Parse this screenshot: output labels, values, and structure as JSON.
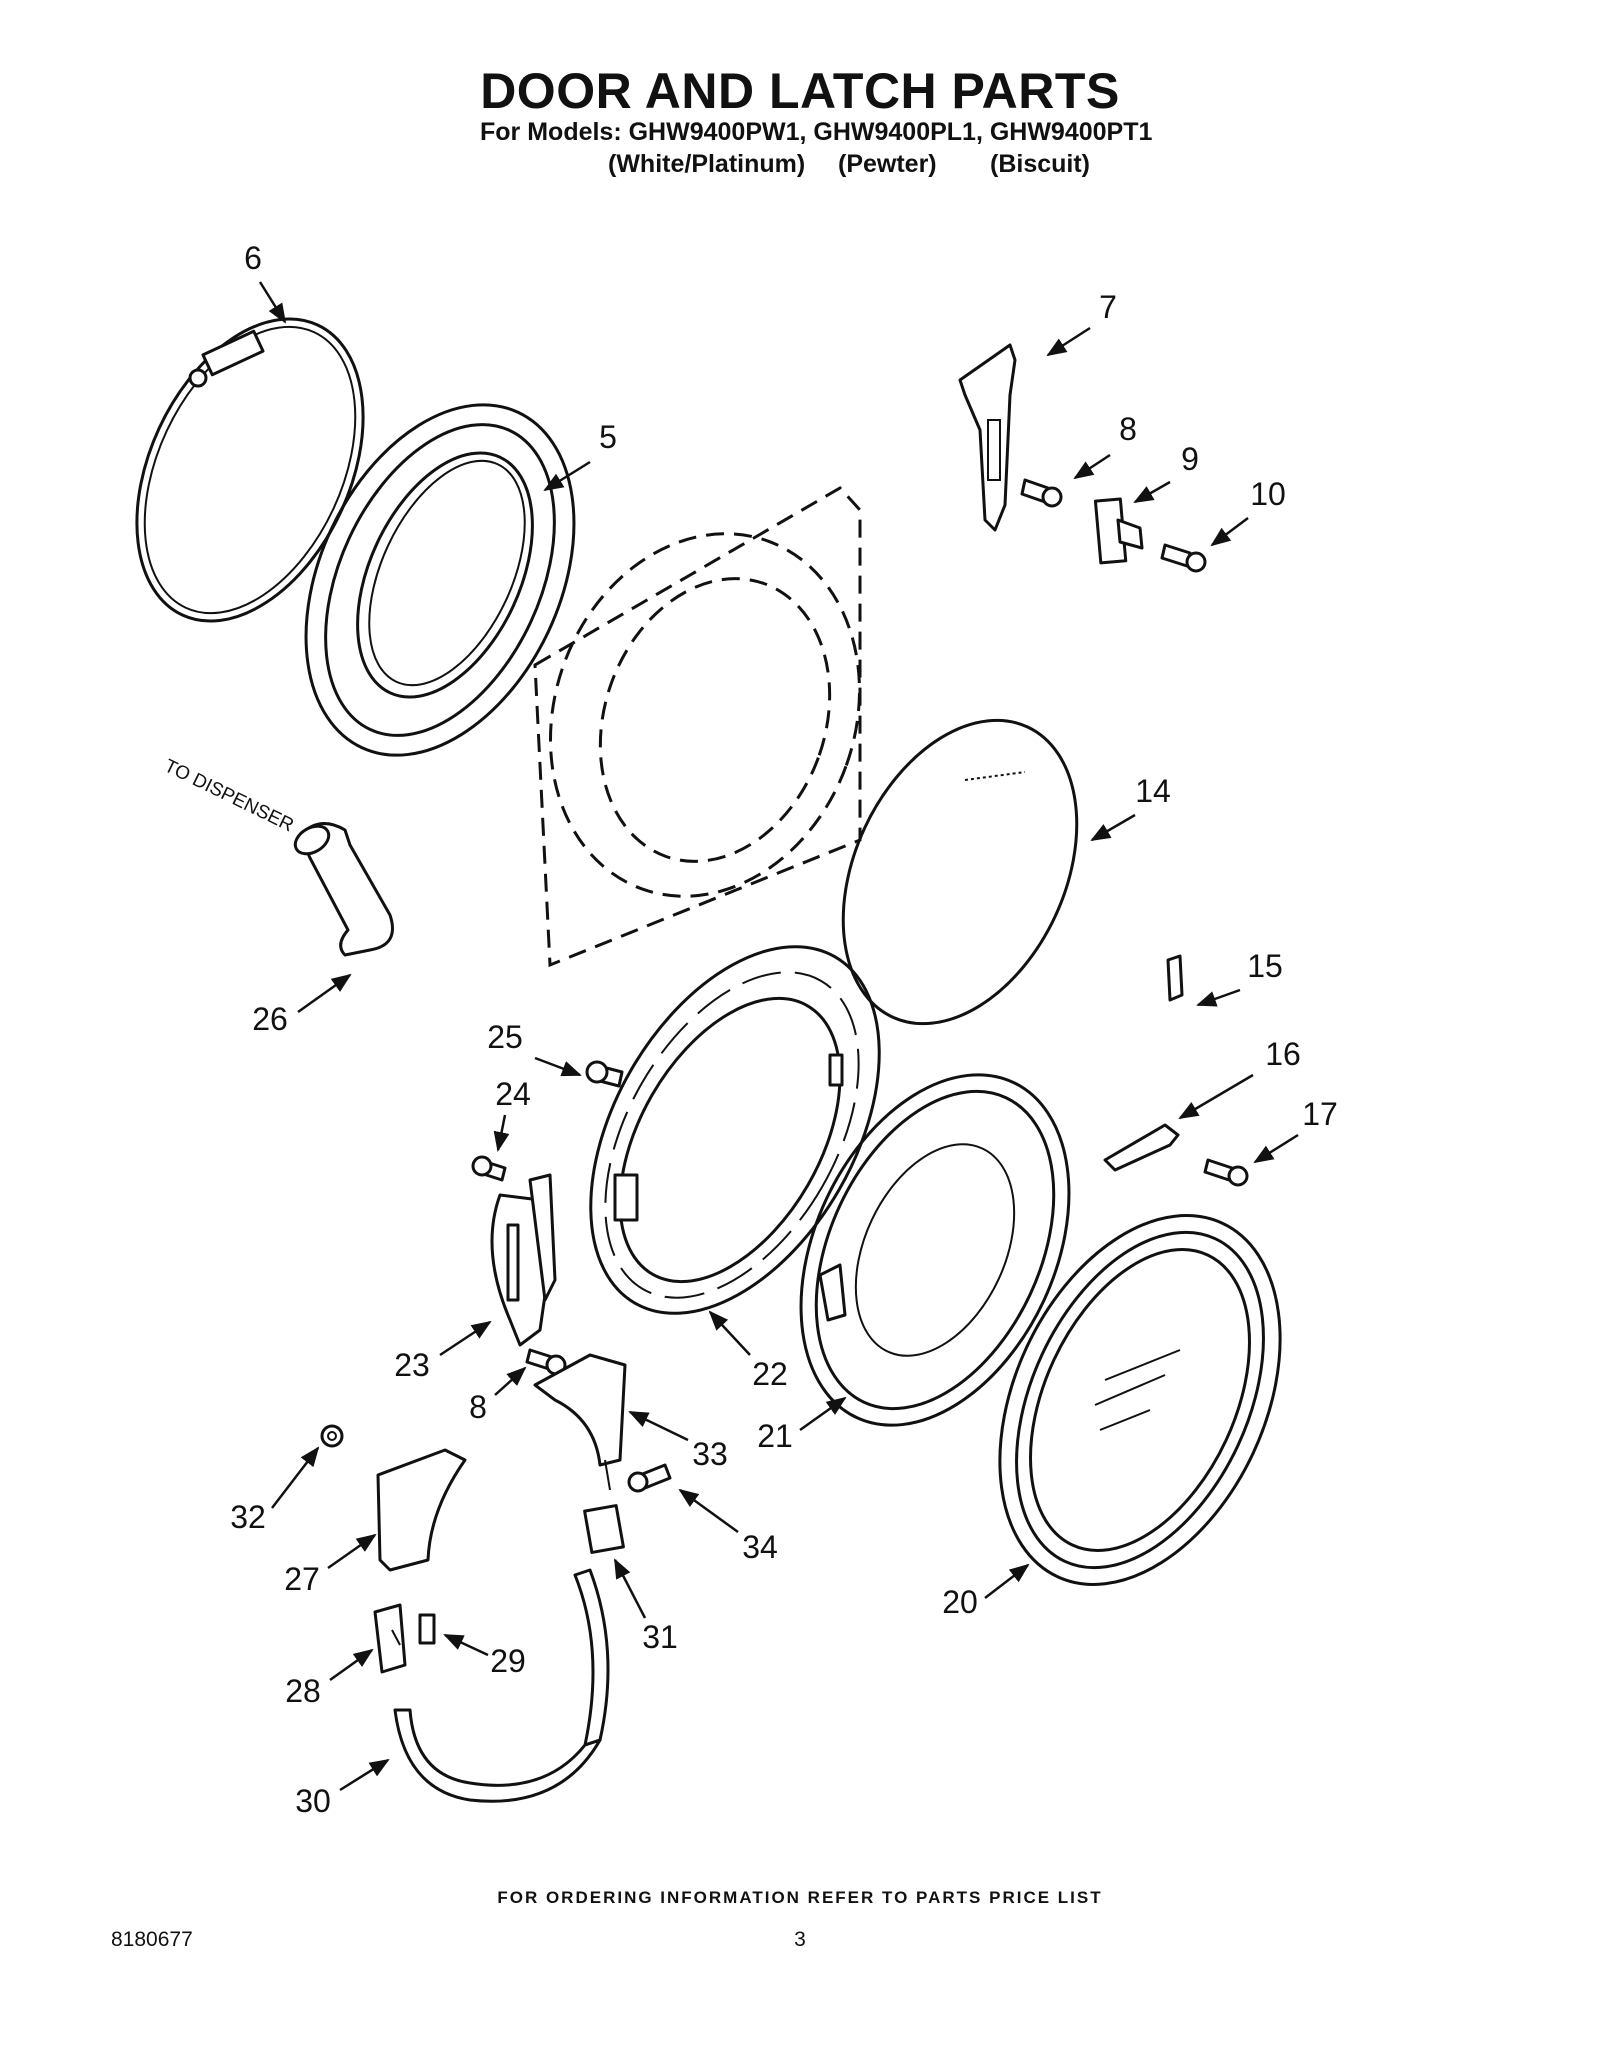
{
  "header": {
    "title": "DOOR AND LATCH PARTS",
    "models_line": "For Models: GHW9400PW1, GHW9400PL1, GHW9400PT1",
    "variants": [
      "(White/Platinum)",
      "(Pewter)",
      "(Biscuit)"
    ]
  },
  "diagram": {
    "note": "TO DISPENSER",
    "callouts": [
      "5",
      "6",
      "7",
      "8",
      "9",
      "10",
      "14",
      "15",
      "16",
      "17",
      "20",
      "21",
      "22",
      "23",
      "24",
      "25",
      "26",
      "27",
      "28",
      "29",
      "30",
      "31",
      "32",
      "33",
      "34",
      "8"
    ]
  },
  "footer": {
    "ordering_note": "FOR ORDERING INFORMATION REFER TO PARTS PRICE LIST",
    "doc_number": "8180677",
    "page_number": "3"
  }
}
